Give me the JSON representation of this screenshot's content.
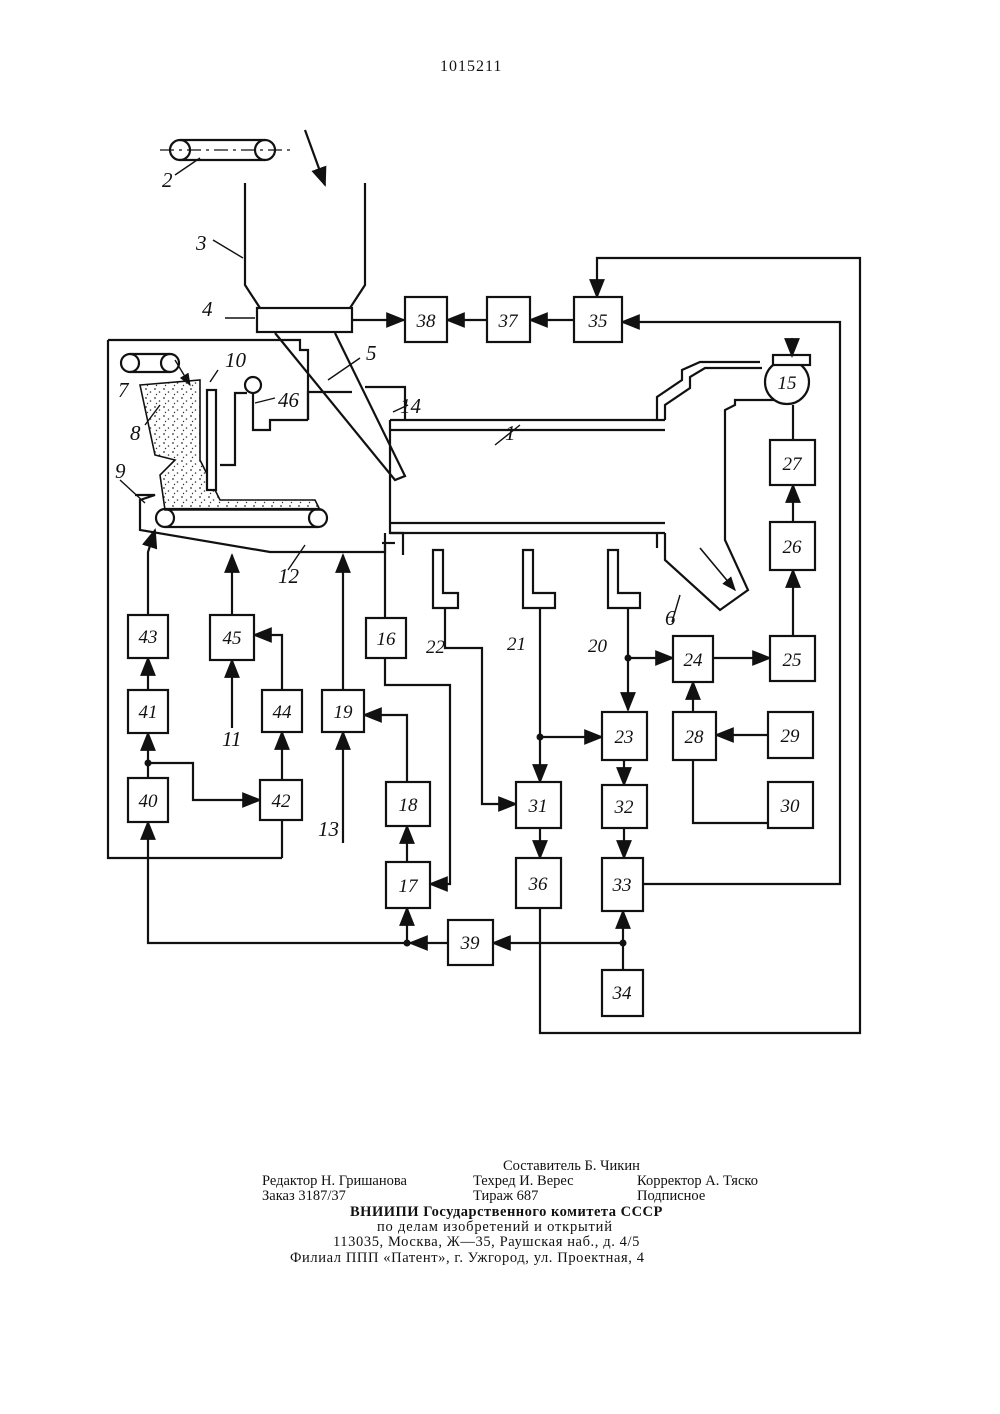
{
  "patent_number": "1015211",
  "diagram": {
    "callouts": [
      "1",
      "2",
      "3",
      "4",
      "5",
      "6",
      "7",
      "8",
      "9",
      "10",
      "11",
      "12",
      "13",
      "14",
      "46"
    ],
    "blocks": [
      "15",
      "16",
      "17",
      "18",
      "19",
      "20",
      "21",
      "22",
      "23",
      "24",
      "25",
      "26",
      "27",
      "28",
      "29",
      "30",
      "31",
      "32",
      "33",
      "34",
      "35",
      "36",
      "37",
      "38",
      "39",
      "40",
      "41",
      "42",
      "43",
      "44",
      "45"
    ]
  },
  "footer": {
    "compiler": "Составитель Б. Чикин",
    "editor": "Редактор Н. Гришанова",
    "techred": "Техред И. Верес",
    "corrector": "Корректор А. Тяско",
    "order": "Заказ 3187/37",
    "circulation": "Тираж 687",
    "subscription": "Подписное",
    "org_line1": "ВНИИПИ Государственного комитета СССР",
    "org_line2": "по делам изобретений и открытий",
    "address": "113035, Москва, Ж—35, Раушская наб., д. 4/5",
    "branch": "Филиал ППП «Патент», г. Ужгород, ул. Проектная, 4"
  }
}
